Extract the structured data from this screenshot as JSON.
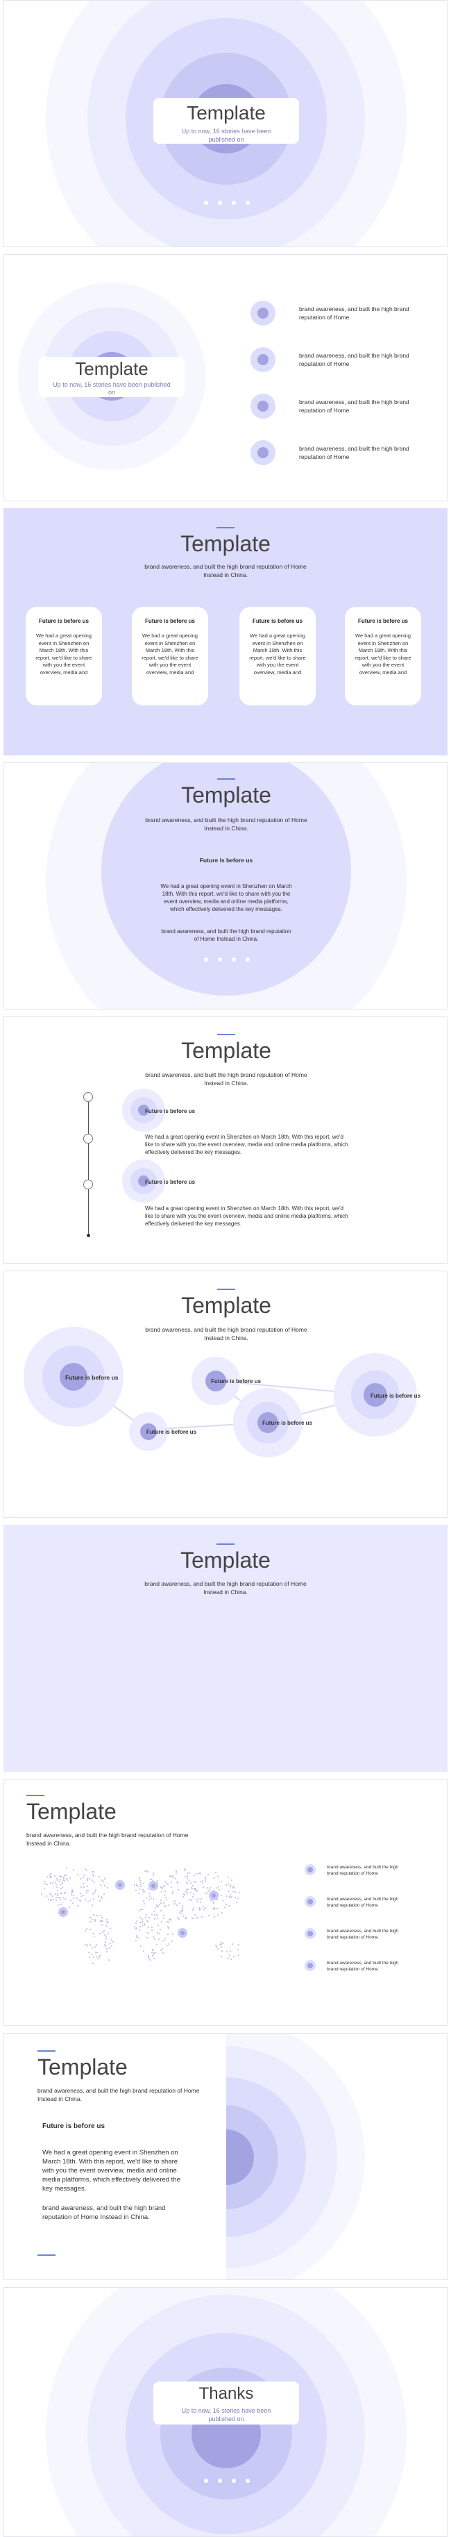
{
  "cover": {
    "title": "Template",
    "subtitle": "Up to now, 16 stories have been published on"
  },
  "slide2": {
    "title": "Template",
    "subtitle": "Up to now, 16 stories have been published on",
    "items": [
      "brand awareness, and built the high brand reputation of Home",
      "brand awareness, and built the high brand reputation of Home",
      "brand awareness, and built the high brand reputation of Home",
      "brand awareness, and built the high brand reputation of Home"
    ]
  },
  "slide3": {
    "title": "Template",
    "subtitle": "brand awareness, and built the high brand reputation of Home Instead in China.",
    "cards": [
      {
        "heading": "Future is before us",
        "body": "We had a great opening event in Shenzhen on March 18th. With this report, we'd like to share with you the event overview, media and"
      },
      {
        "heading": "Future is before us",
        "body": "We had a great opening event in Shenzhen on March 18th. With this report, we'd like to share with you the event overview, media and"
      },
      {
        "heading": "Future is before us",
        "body": "We had a great opening event in Shenzhen on March 18th. With this report, we'd like to share with you the event overview, media and"
      },
      {
        "heading": "Future is before us",
        "body": "We had a great opening event in Shenzhen on March 18th. With this report, we'd like to share with you the event overview, media and"
      }
    ]
  },
  "slide4": {
    "title": "Template",
    "subtitle": "brand awareness, and built the high brand reputation of Home Instead in China.",
    "heading": "Future is before us",
    "body": "We had a great opening event in Shenzhen on March 18th. With this report, we'd like to share with you the event overview, media and online media platforms, which effectively delivered the key messages.",
    "body2": "brand awareness, and built the high brand reputation of Home Instead in China."
  },
  "slide5": {
    "title": "Template",
    "subtitle": "brand awareness, and built the high brand reputation of Home Instead in China.",
    "items": [
      {
        "heading": "Future is before us",
        "body": "We had a great opening event in Shenzhen on March 18th. With this report, we'd like to share with you the event overview, media and online media platforms, which effectively delivered the key messages."
      },
      {
        "heading": "Future is before us",
        "body": "We had a great opening event in Shenzhen on March 18th. With this report, we'd like to share with you the event overview, media and online media platforms, which effectively delivered the key messages."
      }
    ]
  },
  "slide6": {
    "title": "Template",
    "subtitle": "brand awareness, and built the high brand reputation of Home Instead in China.",
    "nodes": [
      "Future is before us",
      "Future is before us",
      "Future is before us",
      "Future is before us",
      "Future is before us"
    ]
  },
  "slide7": {
    "title": "Template",
    "subtitle": "brand awareness, and built the high brand reputation of Home Instead in China."
  },
  "slide8": {
    "title": "Template",
    "subtitle": "brand awareness, and built the high brand reputation of Home Instead in China.",
    "items": [
      "brand awareness, and built the high brand reputation of Home",
      "brand awareness, and built the high brand reputation of Home",
      "brand awareness, and built the high brand reputation of Home",
      "brand awareness, and built the high brand reputation of Home"
    ]
  },
  "slide9": {
    "title": "Template",
    "subtitle": "brand awareness, and built the high brand reputation of Home Instead in China.",
    "heading": "Future is before us",
    "body": "We had a great opening event in Shenzhen on March 18th. With this report, we'd like to share with you the event overview, media and online media platforms, which effectively delivered the key messages.",
    "body2": "brand awareness, and built the high brand reputation of Home Instead in China."
  },
  "closing": {
    "title": "Thanks",
    "subtitle": "Up to now, 16 stories have been published on"
  },
  "colors": {
    "accent": "#6a84d6",
    "ring_light": "#f6f6ff",
    "ring_mid": "#dcdcfc",
    "ring_dark": "#a3a3e2"
  }
}
